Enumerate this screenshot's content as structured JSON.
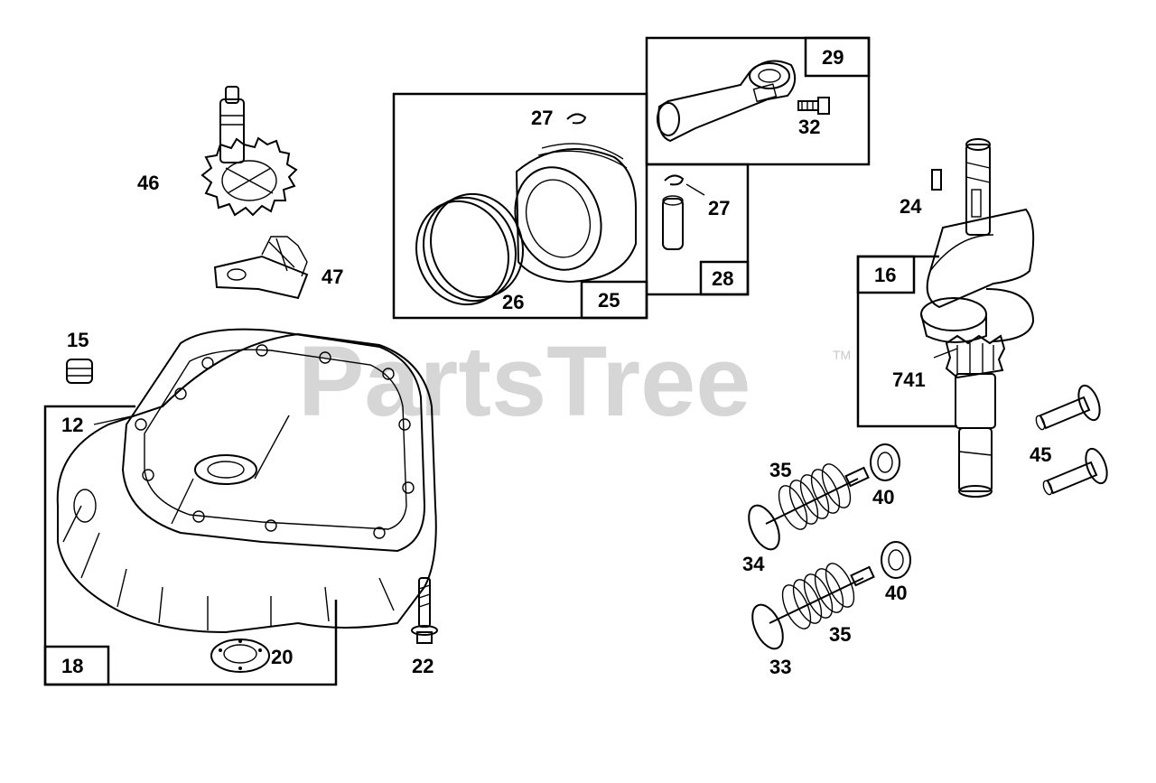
{
  "watermark": {
    "text": "PartsTree",
    "trademark": "TM"
  },
  "callouts": {
    "c46": "46",
    "c47": "47",
    "c15": "15",
    "c12": "12",
    "c20": "20",
    "c22": "22",
    "c27a": "27",
    "c26": "26",
    "c32": "32",
    "c27b": "27",
    "c24": "24",
    "c741": "741",
    "c35a": "35",
    "c40a": "40",
    "c45": "45",
    "c34": "34",
    "c40b": "40",
    "c35b": "35",
    "c33": "33"
  },
  "boxes": {
    "b25": "25",
    "b29": "29",
    "b28": "28",
    "b16": "16",
    "b18": "18"
  }
}
